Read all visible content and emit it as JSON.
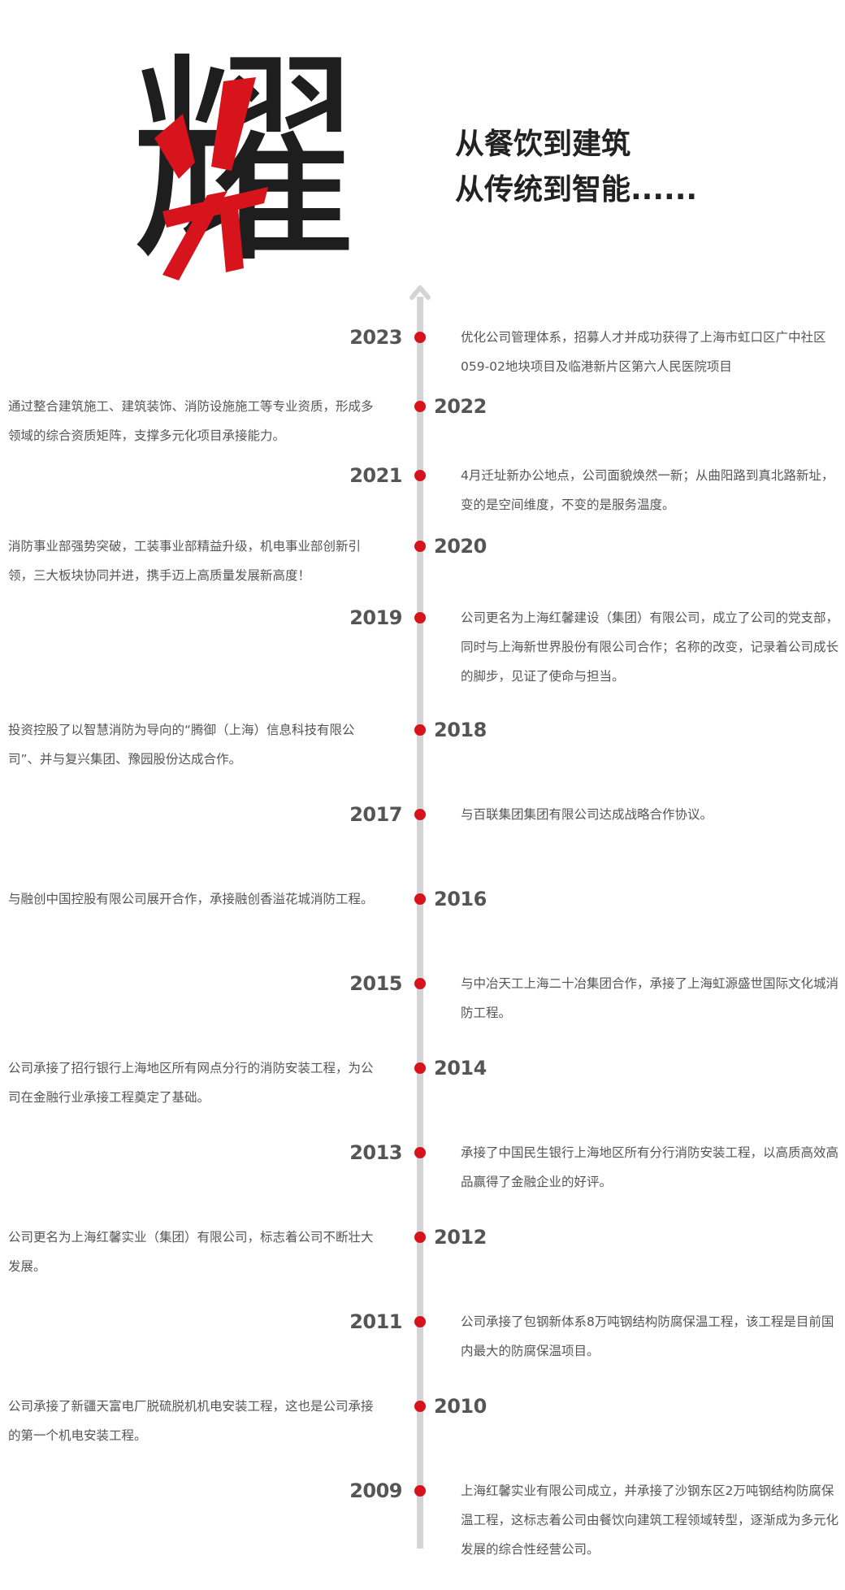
{
  "hero": {
    "character": "耀",
    "slogan_line1": "从餐饮到建筑",
    "slogan_line2": "从传统到智能......"
  },
  "timeline": [
    {
      "year": "2023",
      "side": "right",
      "text": "优化公司管理体系，招募人才并成功获得了上海市虹口区广中社区059-02地块项目及临港新片区第六人民医院项目"
    },
    {
      "year": "2022",
      "side": "left",
      "text": "通过整合建筑施工、建筑装饰、消防设施施工等专业资质，形成多领域的综合资质矩阵，支撑多元化项目承接能力。"
    },
    {
      "year": "2021",
      "side": "right",
      "text": "4月迁址新办公地点，公司面貌焕然一新；从曲阳路到真北路新址，变的是空间维度，不变的是服务温度。"
    },
    {
      "year": "2020",
      "side": "left",
      "text": "消防事业部强势突破，工装事业部精益升级，机电事业部创新引领，三大板块协同并进，携手迈上高质量发展新高度！"
    },
    {
      "year": "2019",
      "side": "right",
      "text": "公司更名为上海红馨建设（集团）有限公司，成立了公司的党支部，同时与上海新世界股份有限公司合作；名称的改变，记录着公司成长的脚步，见证了使命与担当。"
    },
    {
      "year": "2018",
      "side": "left",
      "text": "投资控股了以智慧消防为导向的“腾御（上海）信息科技有限公司”、并与复兴集团、豫园股份达成合作。"
    },
    {
      "year": "2017",
      "side": "right",
      "text": "与百联集团集团有限公司达成战略合作协议。"
    },
    {
      "year": "2016",
      "side": "left",
      "text": "与融创中国控股有限公司展开合作，承接融创香溢花城消防工程。"
    },
    {
      "year": "2015",
      "side": "right",
      "text": "与中冶天工上海二十冶集团合作，承接了上海虹源盛世国际文化城消防工程。"
    },
    {
      "year": "2014",
      "side": "left",
      "text": "公司承接了招行银行上海地区所有网点分行的消防安装工程，为公司在金融行业承接工程奠定了基础。"
    },
    {
      "year": "2013",
      "side": "right",
      "text": "承接了中国民生银行上海地区所有分行消防安装工程，以高质高效高品赢得了金融企业的好评。"
    },
    {
      "year": "2012",
      "side": "left",
      "text": "公司更名为上海红馨实业（集团）有限公司，标志着公司不断壮大发展。"
    },
    {
      "year": "2011",
      "side": "right",
      "text": "公司承接了包钢新体系8万吨钢结构防腐保温工程，该工程是目前国内最大的防腐保温项目。"
    },
    {
      "year": "2010",
      "side": "left",
      "text": "公司承接了新疆天富电厂脱硫脱机机电安装工程，这也是公司承接的第一个机电安装工程。"
    },
    {
      "year": "2009",
      "side": "right",
      "text": "上海红馨实业有限公司成立，并承接了沙钢东区2万吨钢结构防腐保温工程，这标志着公司由餐饮向建筑工程领域转型，逐渐成为多元化发展的综合性经营公司。"
    }
  ],
  "colors": {
    "accent_red": "#d7141b",
    "line_gray": "#d4d4d4",
    "text": "#555555"
  }
}
